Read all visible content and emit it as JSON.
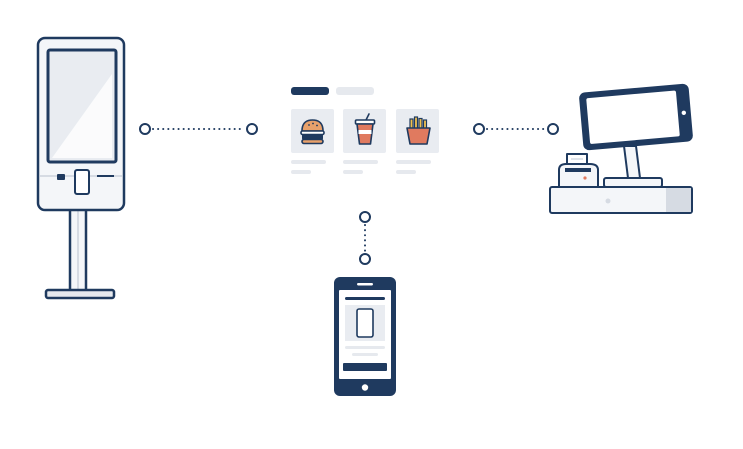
{
  "colors": {
    "navy": "#1f3a5f",
    "frame_fill": "#f4f6f9",
    "screen_fill": "#e9ecf1",
    "light_gray": "#e6e9ee",
    "mid_gray": "#d6dbe3",
    "bun_orange": "#e8a16b",
    "drink_red": "#e07a5f",
    "fries_yellow": "#f2c14e",
    "white": "#ffffff"
  },
  "icons": {
    "kiosk": "self-service-kiosk-icon",
    "menu": "menu-cards-icon",
    "burger": "burger-icon",
    "drink": "drink-cup-icon",
    "fries": "fries-icon",
    "pos": "pos-terminal-icon",
    "printer": "receipt-printer-icon",
    "phone": "mobile-phone-icon"
  },
  "nodes": [
    "kiosk",
    "menu",
    "pos",
    "phone"
  ],
  "connections": [
    {
      "from": "kiosk",
      "to": "menu"
    },
    {
      "from": "menu",
      "to": "pos"
    },
    {
      "from": "menu",
      "to": "phone"
    }
  ]
}
